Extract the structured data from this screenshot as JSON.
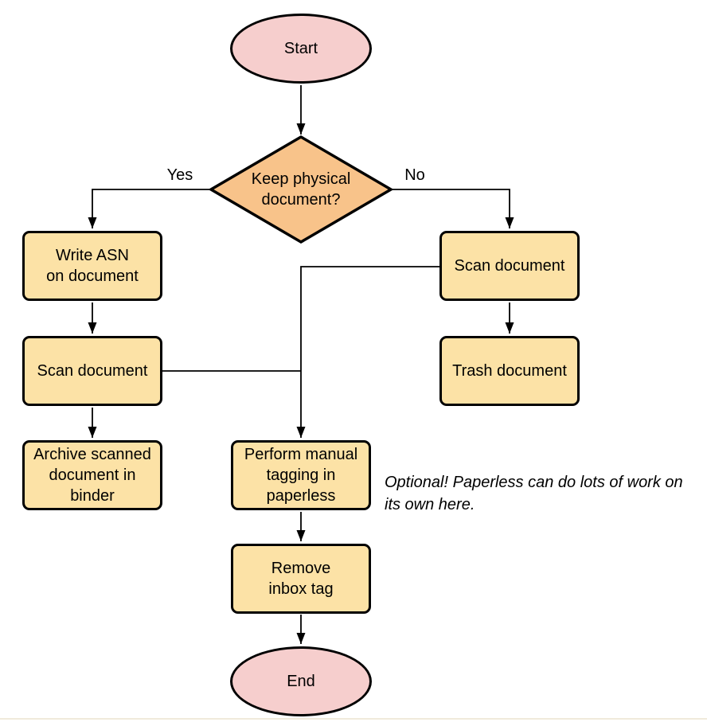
{
  "diagram": {
    "type": "flowchart",
    "colors": {
      "terminal": "#F6CECD",
      "decision": "#F8C38A",
      "process": "#FCE2A6",
      "stroke": "#000000",
      "line": "#000000",
      "footer_line": "#F0EADB"
    },
    "nodes": {
      "start": {
        "label": "Start",
        "shape": "ellipse"
      },
      "decision": {
        "label": "Keep physical\ndocument?",
        "shape": "diamond"
      },
      "write_asn": {
        "label": "Write ASN\non document",
        "shape": "process"
      },
      "scan_left": {
        "label": "Scan document",
        "shape": "process"
      },
      "archive": {
        "label": "Archive scanned\ndocument in\nbinder",
        "shape": "process"
      },
      "scan_right": {
        "label": "Scan document",
        "shape": "process"
      },
      "trash": {
        "label": "Trash document",
        "shape": "process"
      },
      "perform_tagging": {
        "label": "Perform manual\ntagging in\npaperless",
        "shape": "process"
      },
      "remove_inbox": {
        "label": "Remove\ninbox tag",
        "shape": "process"
      },
      "end": {
        "label": "End",
        "shape": "ellipse"
      }
    },
    "edge_labels": {
      "yes": "Yes",
      "no": "No"
    },
    "annotation": "Optional! Paperless can do lots of work on\nits own here."
  }
}
